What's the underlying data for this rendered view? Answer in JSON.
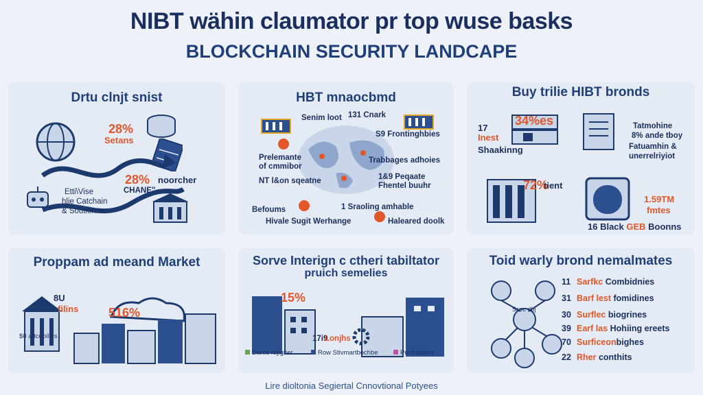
{
  "header": {
    "title": "NIBT wähin claumator pr top wuse basks",
    "subtitle": "BLOCKCHAIN SECURITY LANDCAPE"
  },
  "panel1": {
    "title": "Drtu clnjt snist",
    "stat1": "28%",
    "stat1_label": "Setans",
    "stat2": "28%",
    "stat2_label": "noorcher",
    "stat2_sub": "CHANE\"",
    "desc1": "Etti\\Vise",
    "desc2": "hlie Catchain",
    "desc3": "& Soutienne"
  },
  "panel2": {
    "title": "HBT mnaocbmd",
    "l1": "Senim loot",
    "l2": "131 Cnark",
    "l3": "S9 Frontinghbies",
    "l4": "Prelemante",
    "l5": "of cmmibor",
    "l6": "Trabbages adhoies",
    "l7": "NT l&on sqeatne",
    "l8": "1&9 Peqaate",
    "l9": "Fhentel buuhr",
    "l10": "Befoums",
    "l11": "1 Sraoling amhable",
    "l12": "Hivale Sugit Werhange",
    "l13": "Haleared doolk"
  },
  "panel3": {
    "title": "Buy trilie HIBT bronds",
    "num": "17",
    "num_label": "Inest",
    "shaking": "Shaakinng",
    "stat1": "34%es",
    "desc1": "Tatmohine",
    "desc2": "8% ande tboy",
    "desc3": "Fatuamhin &",
    "desc4": "unerrelriyiot",
    "stat2": "72%",
    "stat2_label": "tient",
    "stat3": "1.59TM",
    "stat3_label": "fmtes",
    "bottom_a": "16 Black ",
    "bottom_b": "GEB",
    "bottom_c": " Boonns"
  },
  "panel4": {
    "title": "Proppam ad meand Market",
    "stat1": "8U",
    "stat1_label": "filins",
    "stat2": "516%",
    "small": "$0 attcebilins"
  },
  "panel5": {
    "title": "Sorve Interign c ctheri tabiltator",
    "title2": "pruich semelies",
    "stat1": "15%",
    "stat2": "17i9",
    "stat2_label": "Lonjhs",
    "legend1": "Danto rejigher",
    "legend2": "Row Stivmartbochbe",
    "legend3": "Pdnfrebtien"
  },
  "panel6": {
    "title": "Toid warly brond nemalmates",
    "icon_label": "Scoc dbj",
    "items": [
      {
        "num": "11",
        "a": "Sarfkc",
        "b": " Combidnies"
      },
      {
        "num": "31",
        "a": "Barf lest",
        "b": " fomidines"
      },
      {
        "num": "30",
        "a": "Surflec",
        "b": " biogrines"
      },
      {
        "num": "39",
        "a": "Earf las",
        "b": " Hohiing ereets"
      },
      {
        "num": "70",
        "a": "Surficeon",
        "b": "bighes"
      },
      {
        "num": "22",
        "a": "Rher",
        "b": " conthits"
      }
    ]
  },
  "footer": "Lire dioltonia Segiertal Cnnovtional Potyees",
  "colors": {
    "navy": "#1d3a6e",
    "accent": "#e2572a",
    "panel": "#e4ebf5",
    "background": "#eef2f8"
  }
}
